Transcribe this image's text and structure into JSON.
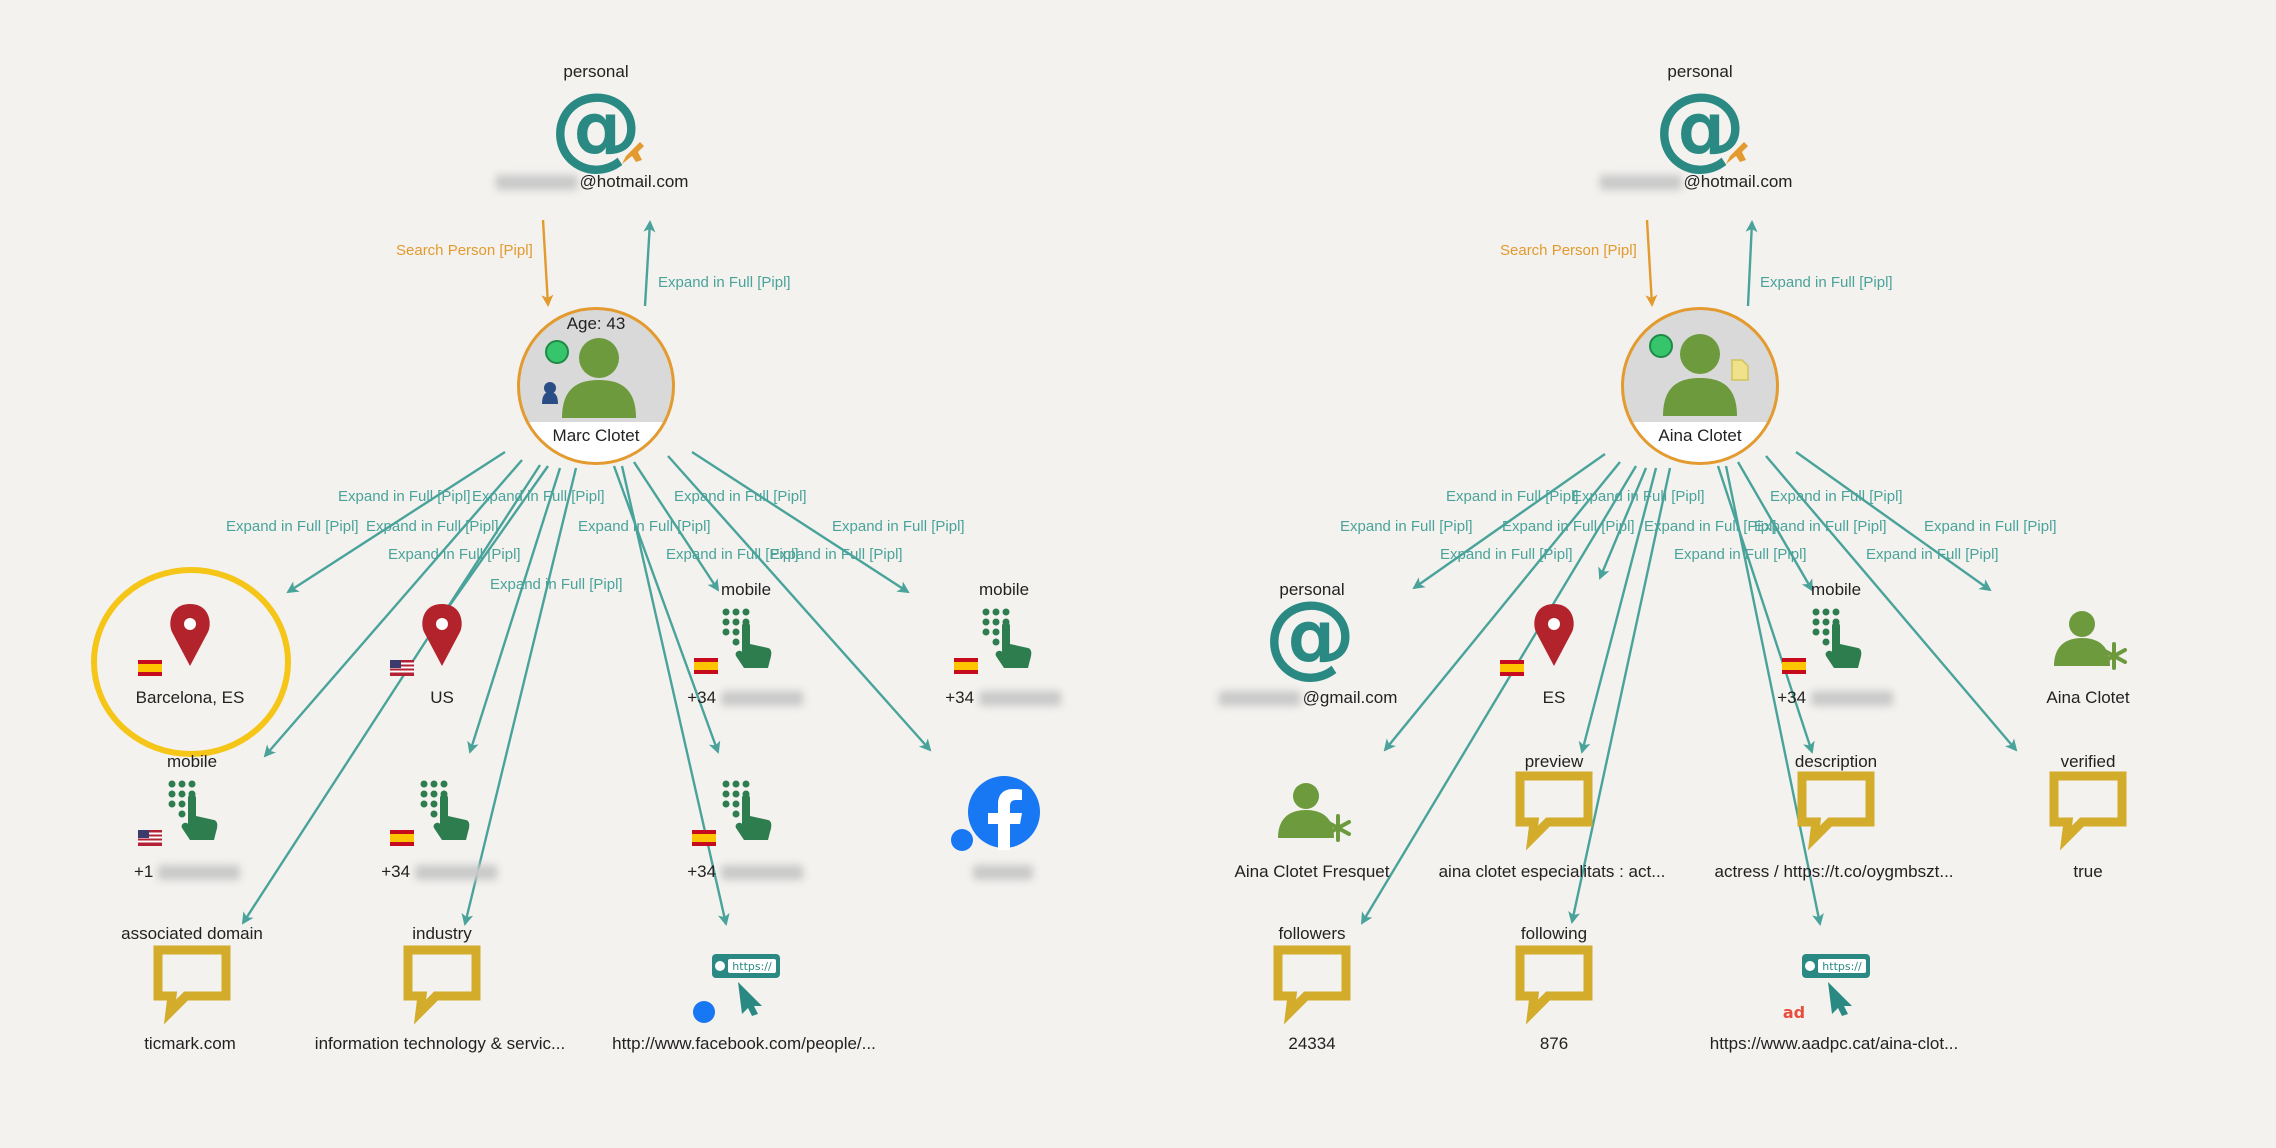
{
  "graphs": {
    "left": {
      "email": {
        "type_label": "personal",
        "value": "@hotmail.com"
      },
      "person": {
        "name": "Marc Clotet",
        "age": "Age: 43"
      },
      "edges": {
        "search": "Search Person [Pipl]",
        "expand": "Expand in Full [Pipl]"
      },
      "nodes": {
        "loc1": {
          "label": "Barcelona, ES"
        },
        "loc2": {
          "label": "US"
        },
        "phone_es1": {
          "type_label": "mobile",
          "value": "+34"
        },
        "phone_es2": {
          "type_label": "mobile",
          "value": "+34"
        },
        "phone_us": {
          "type_label": "mobile",
          "value": "+1"
        },
        "phone_es3": {
          "value": "+34"
        },
        "phone_es4": {
          "value": "+34"
        },
        "assoc": {
          "type_label": "associated domain",
          "value": "ticmark.com"
        },
        "industry": {
          "type_label": "industry",
          "value": "information technology & servic..."
        },
        "url": {
          "value": "http://www.facebook.com/people/..."
        }
      }
    },
    "right": {
      "email": {
        "type_label": "personal",
        "value": "@hotmail.com"
      },
      "person": {
        "name": "Aina Clotet"
      },
      "edges": {
        "search": "Search Person [Pipl]",
        "expand": "Expand in Full [Pipl]"
      },
      "nodes": {
        "gmail": {
          "type_label": "personal",
          "value": "@gmail.com"
        },
        "loc": {
          "label": "ES"
        },
        "phone": {
          "type_label": "mobile",
          "value": "+34"
        },
        "alias1": {
          "value": "Aina Clotet"
        },
        "alias2": {
          "value": "Aina Clotet Fresquet"
        },
        "preview": {
          "type_label": "preview",
          "value": "aina clotet especialitats : act..."
        },
        "description": {
          "type_label": "description",
          "value": "actress / https://t.co/oygmbszt..."
        },
        "verified": {
          "type_label": "verified",
          "value": "true"
        },
        "followers": {
          "type_label": "followers",
          "value": "24334"
        },
        "following": {
          "type_label": "following",
          "value": "876"
        },
        "url": {
          "value": "https://www.aadpc.cat/aina-clot..."
        }
      }
    }
  },
  "colors": {
    "teal": "#4aa39a",
    "orange": "#e39a2e",
    "green": "#2e7d4f",
    "red": "#b3232c",
    "gold": "#d2ac2a",
    "highlight": "#f5c518"
  }
}
